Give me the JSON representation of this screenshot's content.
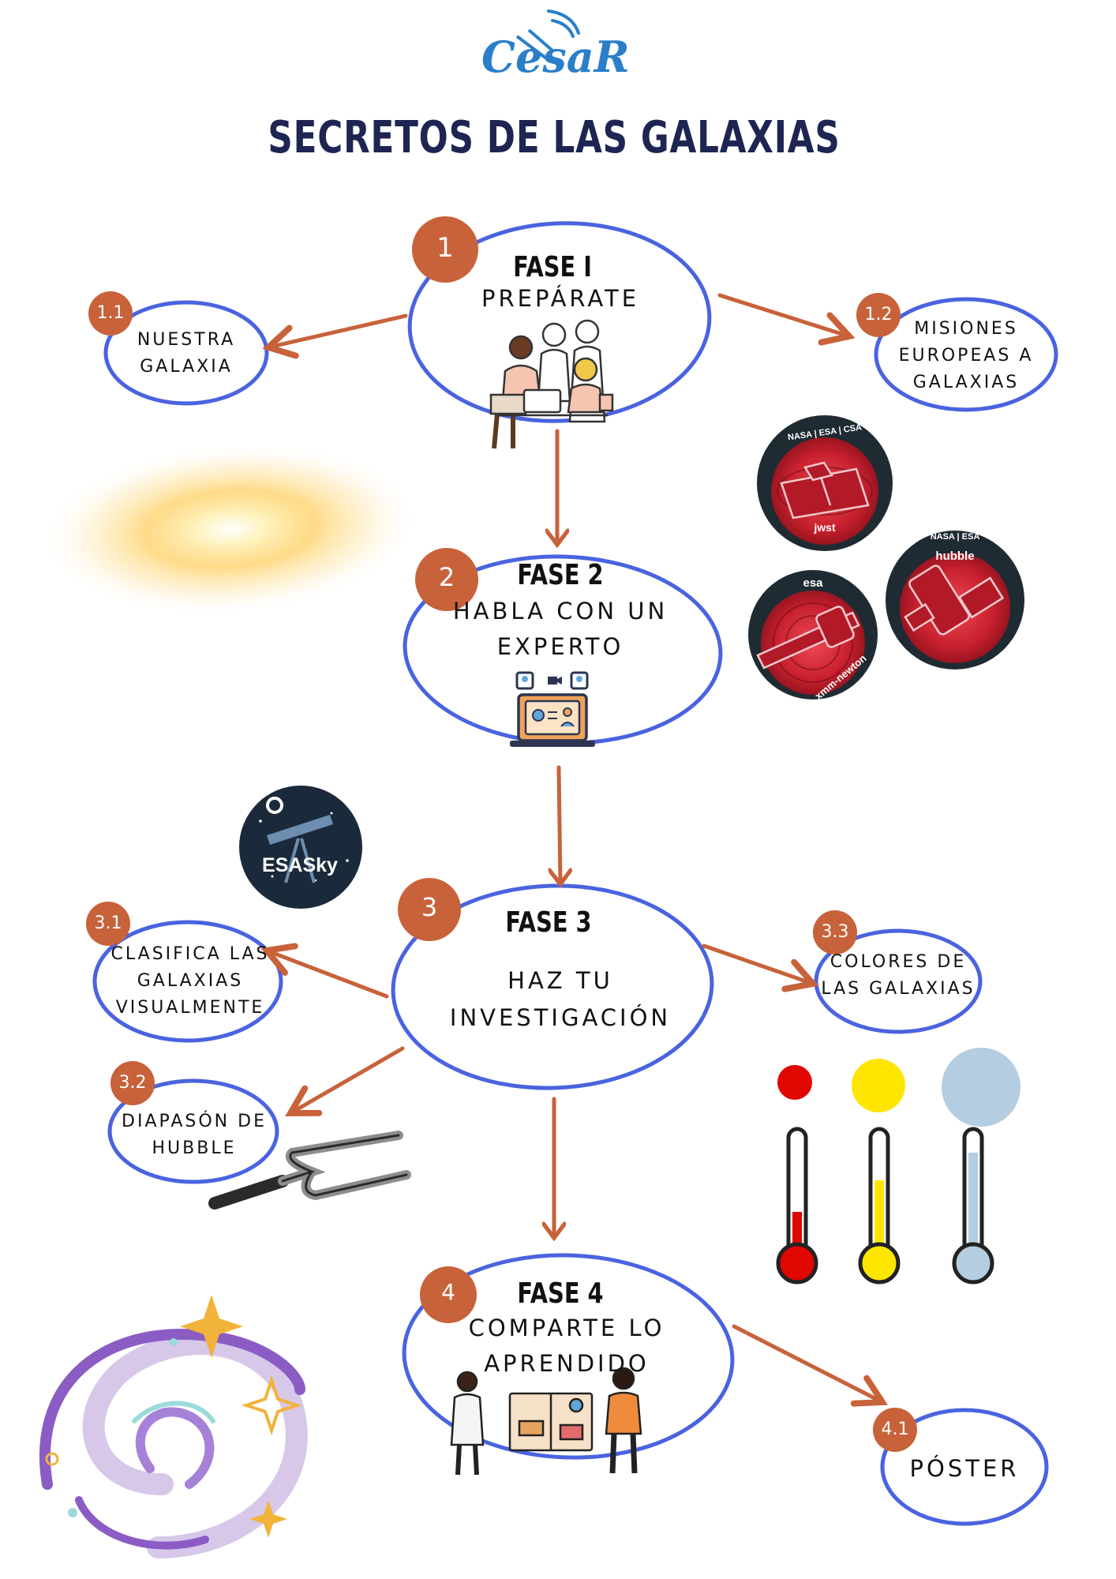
{
  "logo": {
    "text": "CesaR"
  },
  "title": "SECRETOS DE LAS GALAXIAS",
  "phases": [
    {
      "badge": "1",
      "title": "FASE I",
      "subtitle": [
        "PREPÁRATE"
      ]
    },
    {
      "badge": "2",
      "title": "FASE 2",
      "subtitle": [
        "HABLA CON UN",
        "EXPERTO"
      ]
    },
    {
      "badge": "3",
      "title": "FASE 3",
      "subtitle": [
        "HAZ TU",
        "INVESTIGACIÓN"
      ]
    },
    {
      "badge": "4",
      "title": "FASE 4",
      "subtitle": [
        "COMPARTE LO",
        "APRENDIDO"
      ]
    }
  ],
  "nodes": [
    {
      "badge": "1.1",
      "lines": [
        "NUESTRA",
        "GALAXIA"
      ]
    },
    {
      "badge": "1.2",
      "lines": [
        "MISIONES",
        "EUROPEAS A",
        "GALAXIAS"
      ]
    },
    {
      "badge": "3.1",
      "lines": [
        "CLASIFICA LAS",
        "GALAXIAS",
        "VISUALMENTE"
      ]
    },
    {
      "badge": "3.2",
      "lines": [
        "DIAPASÓN DE",
        "HUBBLE"
      ]
    },
    {
      "badge": "3.3",
      "lines": [
        "COLORES DE",
        "LAS GALAXIAS"
      ]
    },
    {
      "badge": "4.1",
      "lines": [
        "PÓSTER"
      ]
    }
  ],
  "mission_badges": {
    "jwst": {
      "top": "NASA | ESA | CSA",
      "name": "jwst"
    },
    "hubble": {
      "top": "NASA | ESA",
      "name": "hubble"
    },
    "xmm": {
      "top": "esa",
      "name": "xmm-newton"
    }
  },
  "esasky": {
    "agency": "esa",
    "name": "ESASky"
  },
  "colors": {
    "ellipse": "#4a63e0",
    "arrow": "#c8623a",
    "badge": "#c8623a",
    "title": "#1e2552",
    "hot": "#e10600",
    "warm": "#ffe600",
    "cool": "#b4cde0"
  }
}
